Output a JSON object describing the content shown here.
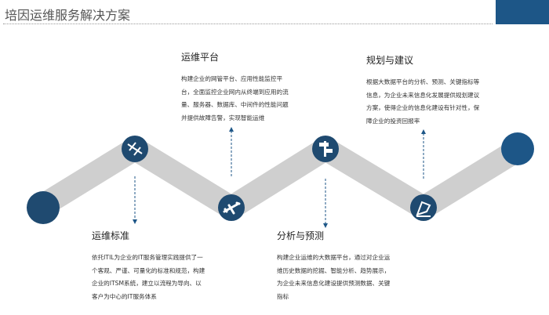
{
  "header": {
    "title": "培因运维服务解决方案"
  },
  "colors": {
    "band": "#cfcfcf",
    "node": "#1f4a70",
    "end": "#1d5687",
    "accent": "#1d5687"
  },
  "steps": [
    {
      "title": "运维标准",
      "icon": "weight-scale-icon",
      "text": "依托ITIL为企业的IT服务管理实践提供了一个客观、严谨、可量化的标准和规范，构建企业的ITSM系统，建立以流程为导向、以客户为中心的IT服务体系"
    },
    {
      "title": "运维平台",
      "icon": "airplane-icon",
      "text": "构建企业的网管平台、应用性能监控平台，全面监控企业网内从终端到应用的流量、服务器、数据库、中间件的性能问题并提供故障告警，实现智能运维"
    },
    {
      "title": "分析与预测",
      "icon": "signpost-icon",
      "text": "构建企业运维的大数据平台，通过对企业运维历史数据的挖掘、智能分析、趋势展示，为企业未来信息化建设提供预测数据、关键指标"
    },
    {
      "title": "规划与建议",
      "icon": "pen-nib-icon",
      "text": "根据大数据平台的分析、预测、关键指标等信息，为企业未来信息化发展提供规划建议方案，使得企业的信息化建设有针对性，保障企业的投资回报率"
    }
  ]
}
